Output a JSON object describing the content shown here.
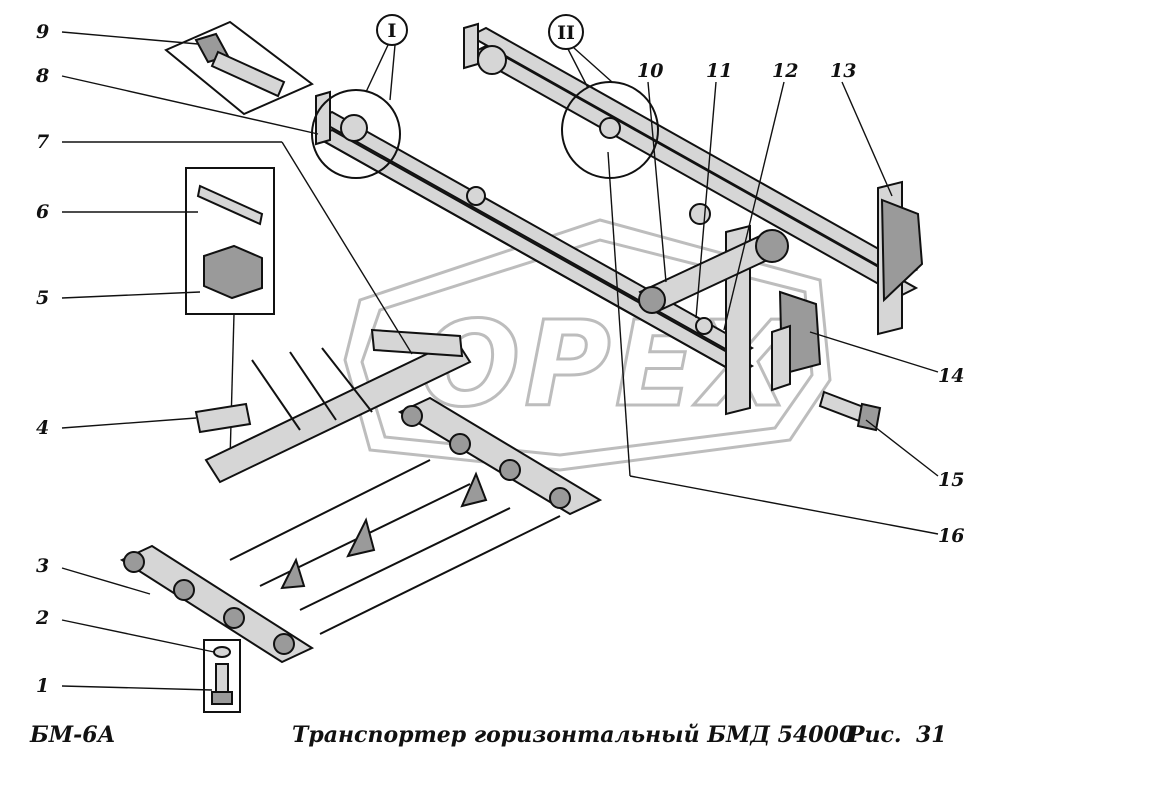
{
  "footer": {
    "model": "БМ-6А",
    "title": "Транспортер горизонтальный  БМД 54000",
    "fig_label": "Рис.",
    "fig_number": "31"
  },
  "callouts": [
    "1",
    "2",
    "3",
    "4",
    "5",
    "6",
    "7",
    "8",
    "9",
    "10",
    "11",
    "12",
    "13",
    "14",
    "15",
    "16"
  ],
  "detail_views": [
    "I",
    "II"
  ],
  "watermark": "OPEX"
}
